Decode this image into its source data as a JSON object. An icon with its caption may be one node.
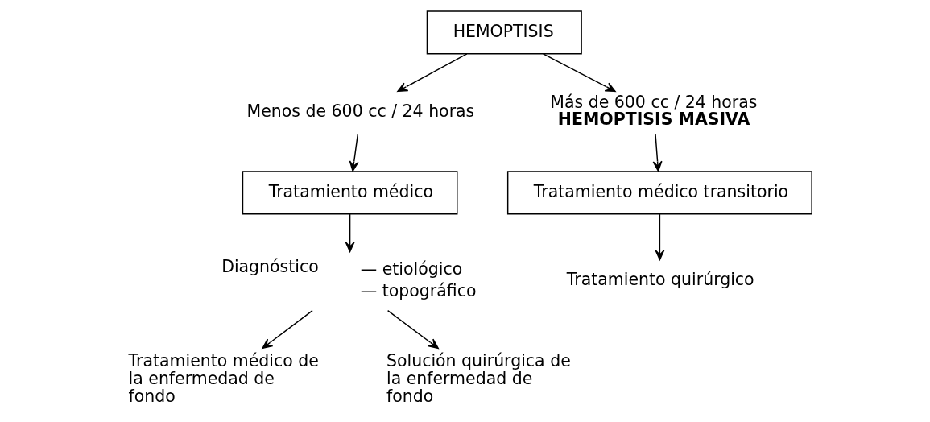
{
  "diagram": {
    "nodes": [
      {
        "text": [
          "HEMOPTISIS"
        ]
      },
      {
        "text": [
          "Menos de 600 cc / 24 horas"
        ]
      },
      {
        "text": [
          "Tratamiento médico"
        ]
      },
      {
        "text": [
          "Diagnóstico"
        ],
        "beside": [
          "— etiológico",
          "— topográfico"
        ]
      },
      {
        "text": [
          "Tratamiento médico de la enfermedad de fondo"
        ]
      },
      {
        "text": [
          "Solución quirúrgica de la enfermedad de fondo"
        ]
      },
      {
        "text": [
          "Más de 600 cc / 24 horas",
          "HEMOPTISIS MASIVA"
        ]
      },
      {
        "text": [
          "Tratamiento médico transitorio"
        ]
      },
      {
        "text": [
          "Tratamiento quirúrgico"
        ]
      }
    ],
    "edges": [
      {
        "from": 0,
        "to": 1,
        "arrow": "to"
      },
      {
        "from": 0,
        "to": 6,
        "arrow": "to"
      },
      {
        "from": 1,
        "to": 2,
        "arrow": "to"
      },
      {
        "from": 2,
        "to": 3,
        "arrow": "to"
      },
      {
        "from": 3,
        "to": 4,
        "arrow": "to"
      },
      {
        "from": 3,
        "to": 5,
        "arrow": "to"
      },
      {
        "from": 6,
        "to": 7,
        "arrow": "to"
      },
      {
        "from": 7,
        "to": 8,
        "arrow": "to"
      }
    ]
  }
}
